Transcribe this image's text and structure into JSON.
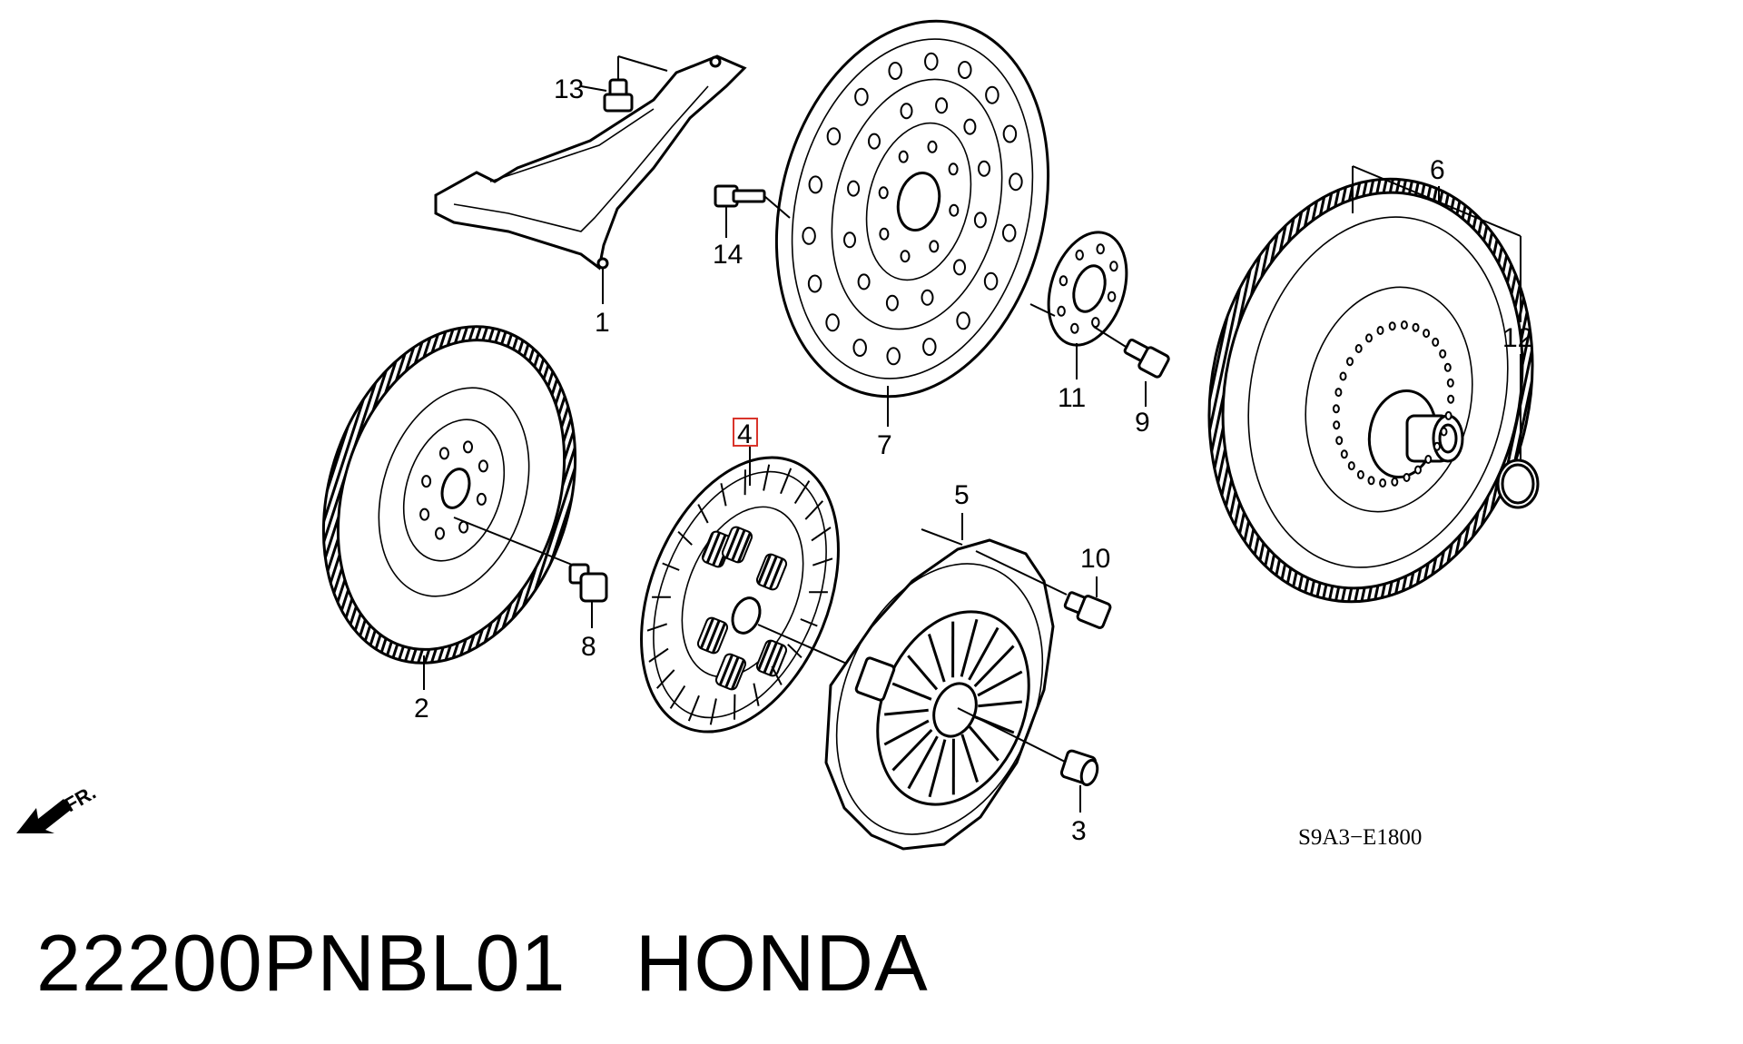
{
  "diagram": {
    "code": "S9A3−E1800",
    "front_marker": "FR.",
    "callouts": {
      "c1": "1",
      "c2": "2",
      "c3": "3",
      "c4": "4",
      "c5": "5",
      "c6": "6",
      "c7": "7",
      "c8": "8",
      "c9": "9",
      "c10": "10",
      "c11": "11",
      "c12": "12",
      "c13": "13",
      "c14": "14"
    },
    "highlighted_callout": "4",
    "highlight_color": "#d9342b"
  },
  "footer": {
    "part_number": "22200PNBL01",
    "brand": "HONDA"
  }
}
